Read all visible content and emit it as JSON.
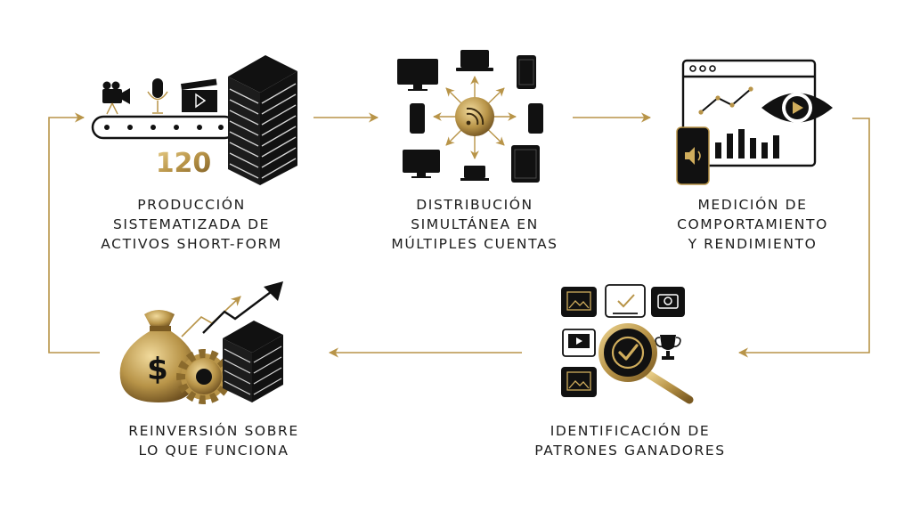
{
  "steps": [
    {
      "lines": [
        "PRODUCCIÓN",
        "SISTEMATIZADA DE",
        "ACTIVOS SHORT-FORM"
      ],
      "counter": "120"
    },
    {
      "lines": [
        "DISTRIBUCIÓN",
        "SIMULTÁNEA EN",
        "MÚLTIPLES CUENTAS"
      ]
    },
    {
      "lines": [
        "MEDICIÓN DE",
        "COMPORTAMIENTO",
        "Y RENDIMIENTO"
      ]
    },
    {
      "lines": [
        "IDENTIFICACIÓN DE",
        "PATRONES GANADORES"
      ]
    },
    {
      "lines": [
        "REINVERSIÓN SOBRE",
        "LO QUE FUNCIONA"
      ],
      "currency_symbol": "$"
    }
  ],
  "colors": {
    "gold": "#b89448",
    "dark": "#111111",
    "text": "#1c1c1c"
  }
}
